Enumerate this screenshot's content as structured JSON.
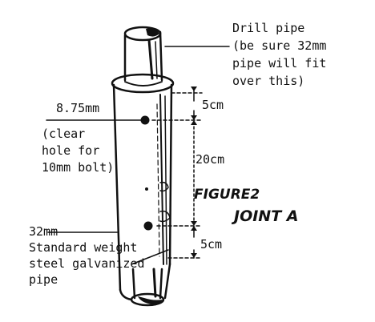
{
  "labels": {
    "drill_pipe": [
      "Drill pipe",
      "(be sure 32mm",
      "pipe will fit",
      "over this)"
    ],
    "bolt_hole_size": "8.75mm",
    "bolt_hole_note": [
      "(clear",
      "hole for",
      "10mm bolt)"
    ],
    "outer_pipe_size": "32mm",
    "outer_pipe_note": [
      "Standard weight",
      "steel galvanized",
      "pipe"
    ],
    "dim_top": "5cm",
    "dim_middle": "20cm",
    "dim_bottom": "5cm",
    "figure_title": "FIGURE2",
    "figure_subtitle": "JOINT A"
  }
}
